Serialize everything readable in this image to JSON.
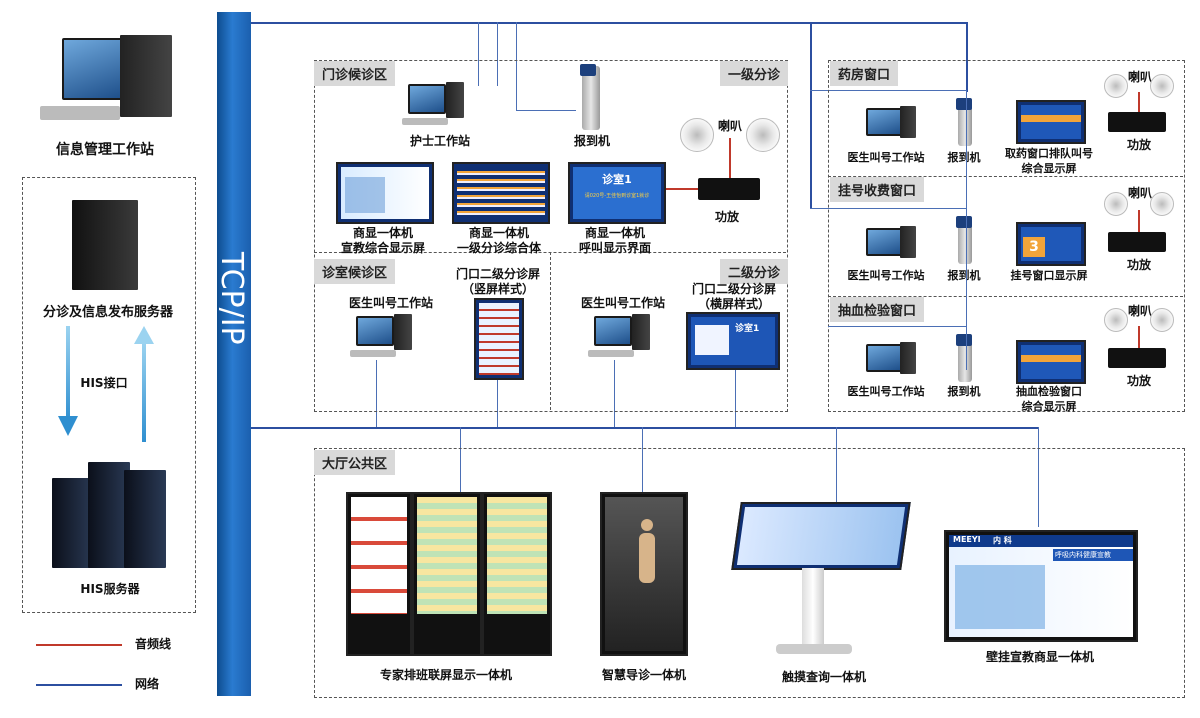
{
  "backbone_label": "TCP/IP",
  "left_panel": {
    "workstation_label": "信息管理工作站",
    "server_label": "分诊及信息发布服务器",
    "interface_label": "HIS接口",
    "his_server_label": "HIS服务器"
  },
  "legend": {
    "audio_label": "音频线",
    "network_label": "网络",
    "audio_color": "#c0392b",
    "network_color": "#2c4fa0"
  },
  "zones": {
    "clinic_waiting": {
      "title": "门诊候诊区",
      "level_label": "一级分诊",
      "nurse_station": "护士工作站",
      "checkin": "报到机",
      "speaker": "喇叭",
      "amplifier": "功放",
      "screen1": "商显一体机\n宣教综合显示屏",
      "screen2": "商显一体机\n一级分诊综合体",
      "screen3": "商显一体机\n呼叫显示界面",
      "call_room": "诊室1",
      "call_text": "请020号-王佳怡到诊室1就诊"
    },
    "room_waiting": {
      "title": "诊室候诊区",
      "level_label": "二级分诊",
      "doctor_station_left": "医生叫号工作站",
      "portrait_screen": "门口二级分诊屏\n（竖屏样式）",
      "doctor_station_right": "医生叫号工作站",
      "landscape_screen": "门口二级分诊屏\n（横屏样式）",
      "landscape_room": "诊室1"
    },
    "pharmacy": {
      "title": "药房窗口",
      "doctor_station": "医生叫号工作站",
      "checkin": "报到机",
      "screen": "取药窗口排队叫号\n综合显示屏",
      "speaker": "喇叭",
      "amplifier": "功放"
    },
    "registration": {
      "title": "挂号收费窗口",
      "doctor_station": "医生叫号工作站",
      "checkin": "报到机",
      "screen": "挂号窗口显示屏",
      "speaker": "喇叭",
      "amplifier": "功放",
      "window_number": "3"
    },
    "blood": {
      "title": "抽血检验窗口",
      "doctor_station": "医生叫号工作站",
      "checkin": "报到机",
      "screen": "抽血检验窗口\n综合显示屏",
      "speaker": "喇叭",
      "amplifier": "功放"
    },
    "hall": {
      "title": "大厅公共区",
      "expert_screen": "专家排班联屏显示一体机",
      "smart_guide": "智慧导诊一体机",
      "touch_query": "触摸查询一体机",
      "wall_screen": "壁挂宣教商显一体机",
      "wall_header_brand": "MEEYI",
      "wall_header_dept": "内 科",
      "wall_header_banner": "呼吸内科健康宣教"
    }
  }
}
